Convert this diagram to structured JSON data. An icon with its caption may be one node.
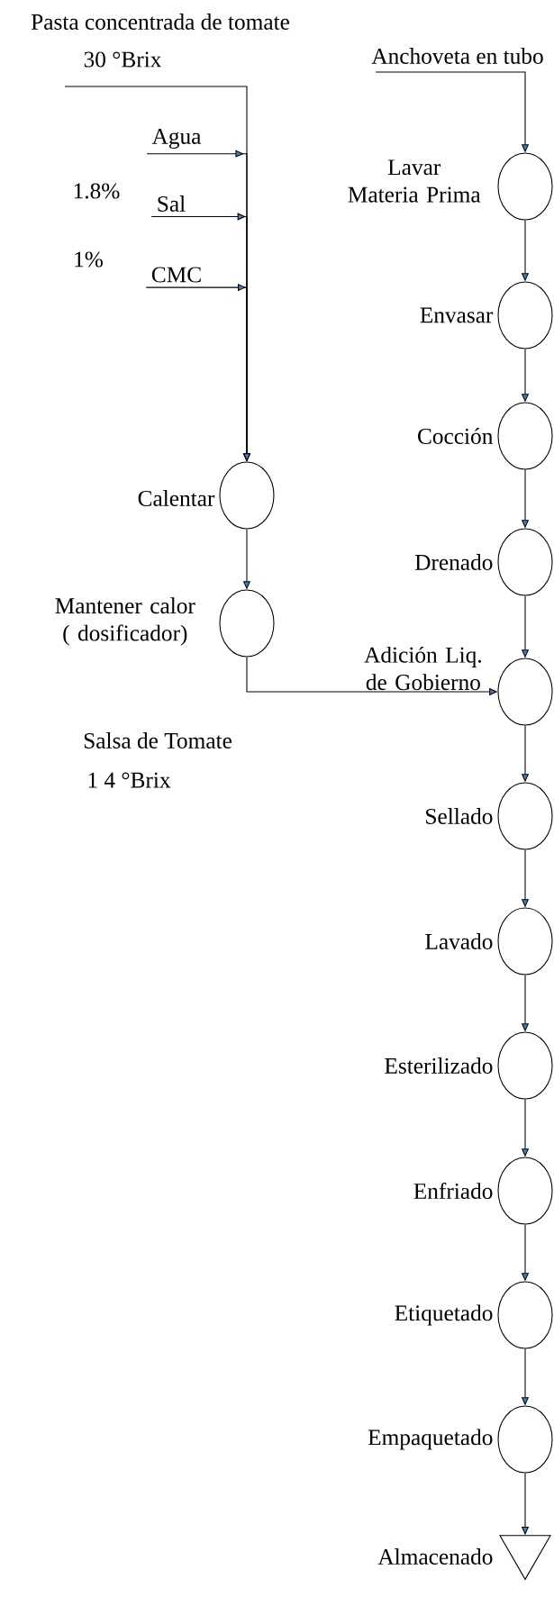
{
  "diagram": {
    "nodes": [
      {
        "text": [
          "Pasta concentrada de tomate",
          "30 °Brix"
        ]
      },
      {
        "text": [
          "Agua"
        ]
      },
      {
        "text": [
          "Sal"
        ],
        "beside": [
          "1.8%"
        ]
      },
      {
        "text": [
          "CMC"
        ],
        "beside": [
          "1%"
        ]
      },
      {
        "text": [],
        "shape": "circle",
        "beside": [
          "Calentar"
        ]
      },
      {
        "text": [],
        "shape": "circle",
        "beside": [
          "Mantener calor ( dosificador)"
        ]
      },
      {
        "text": [
          "Anchoveta en tubo"
        ]
      },
      {
        "text": [],
        "shape": "circle",
        "beside": [
          "Lavar Materia Prima"
        ]
      },
      {
        "text": [],
        "shape": "circle",
        "beside": [
          "Envasar"
        ]
      },
      {
        "text": [],
        "shape": "circle",
        "beside": [
          "Cocción"
        ]
      },
      {
        "text": [],
        "shape": "circle",
        "beside": [
          "Drenado"
        ]
      },
      {
        "text": [],
        "shape": "circle",
        "beside": [
          "Adición Liq. de Gobierno"
        ]
      },
      {
        "text": [],
        "shape": "circle",
        "beside": [
          "Sellado"
        ]
      },
      {
        "text": [],
        "shape": "circle",
        "beside": [
          "Lavado"
        ]
      },
      {
        "text": [],
        "shape": "circle",
        "beside": [
          "Esterilizado"
        ]
      },
      {
        "text": [],
        "shape": "circle",
        "beside": [
          "Enfriado"
        ]
      },
      {
        "text": [],
        "shape": "circle",
        "beside": [
          "Etiquetado"
        ]
      },
      {
        "text": [],
        "shape": "circle",
        "beside": [
          "Empaquetado"
        ]
      },
      {
        "text": [],
        "shape": "triangle",
        "beside": [
          "Almacenado"
        ]
      }
    ],
    "edges": [
      {
        "from": 0,
        "to": 4,
        "arrow": "to"
      },
      {
        "from": 1,
        "to": 4,
        "arrow": "to"
      },
      {
        "from": 2,
        "to": 4,
        "arrow": "to"
      },
      {
        "from": 3,
        "to": 4,
        "arrow": "to"
      },
      {
        "from": 4,
        "to": 5,
        "arrow": "to"
      },
      {
        "from": 5,
        "to": 11,
        "arrow": "to"
      },
      {
        "from": 6,
        "to": 7,
        "arrow": "to"
      },
      {
        "from": 7,
        "to": 8,
        "arrow": "to"
      },
      {
        "from": 8,
        "to": 9,
        "arrow": "to"
      },
      {
        "from": 9,
        "to": 10,
        "arrow": "to"
      },
      {
        "from": 10,
        "to": 11,
        "arrow": "to"
      },
      {
        "from": 11,
        "to": 12,
        "arrow": "to"
      },
      {
        "from": 12,
        "to": 13,
        "arrow": "to"
      },
      {
        "from": 13,
        "to": 14,
        "arrow": "to"
      },
      {
        "from": 14,
        "to": 15,
        "arrow": "to"
      },
      {
        "from": 15,
        "to": 16,
        "arrow": "to"
      },
      {
        "from": 16,
        "to": 17,
        "arrow": "to"
      },
      {
        "from": 17,
        "to": 18,
        "arrow": "to"
      }
    ],
    "labels": [
      "Salsa de Tomate",
      "1 4 °Brix"
    ]
  }
}
